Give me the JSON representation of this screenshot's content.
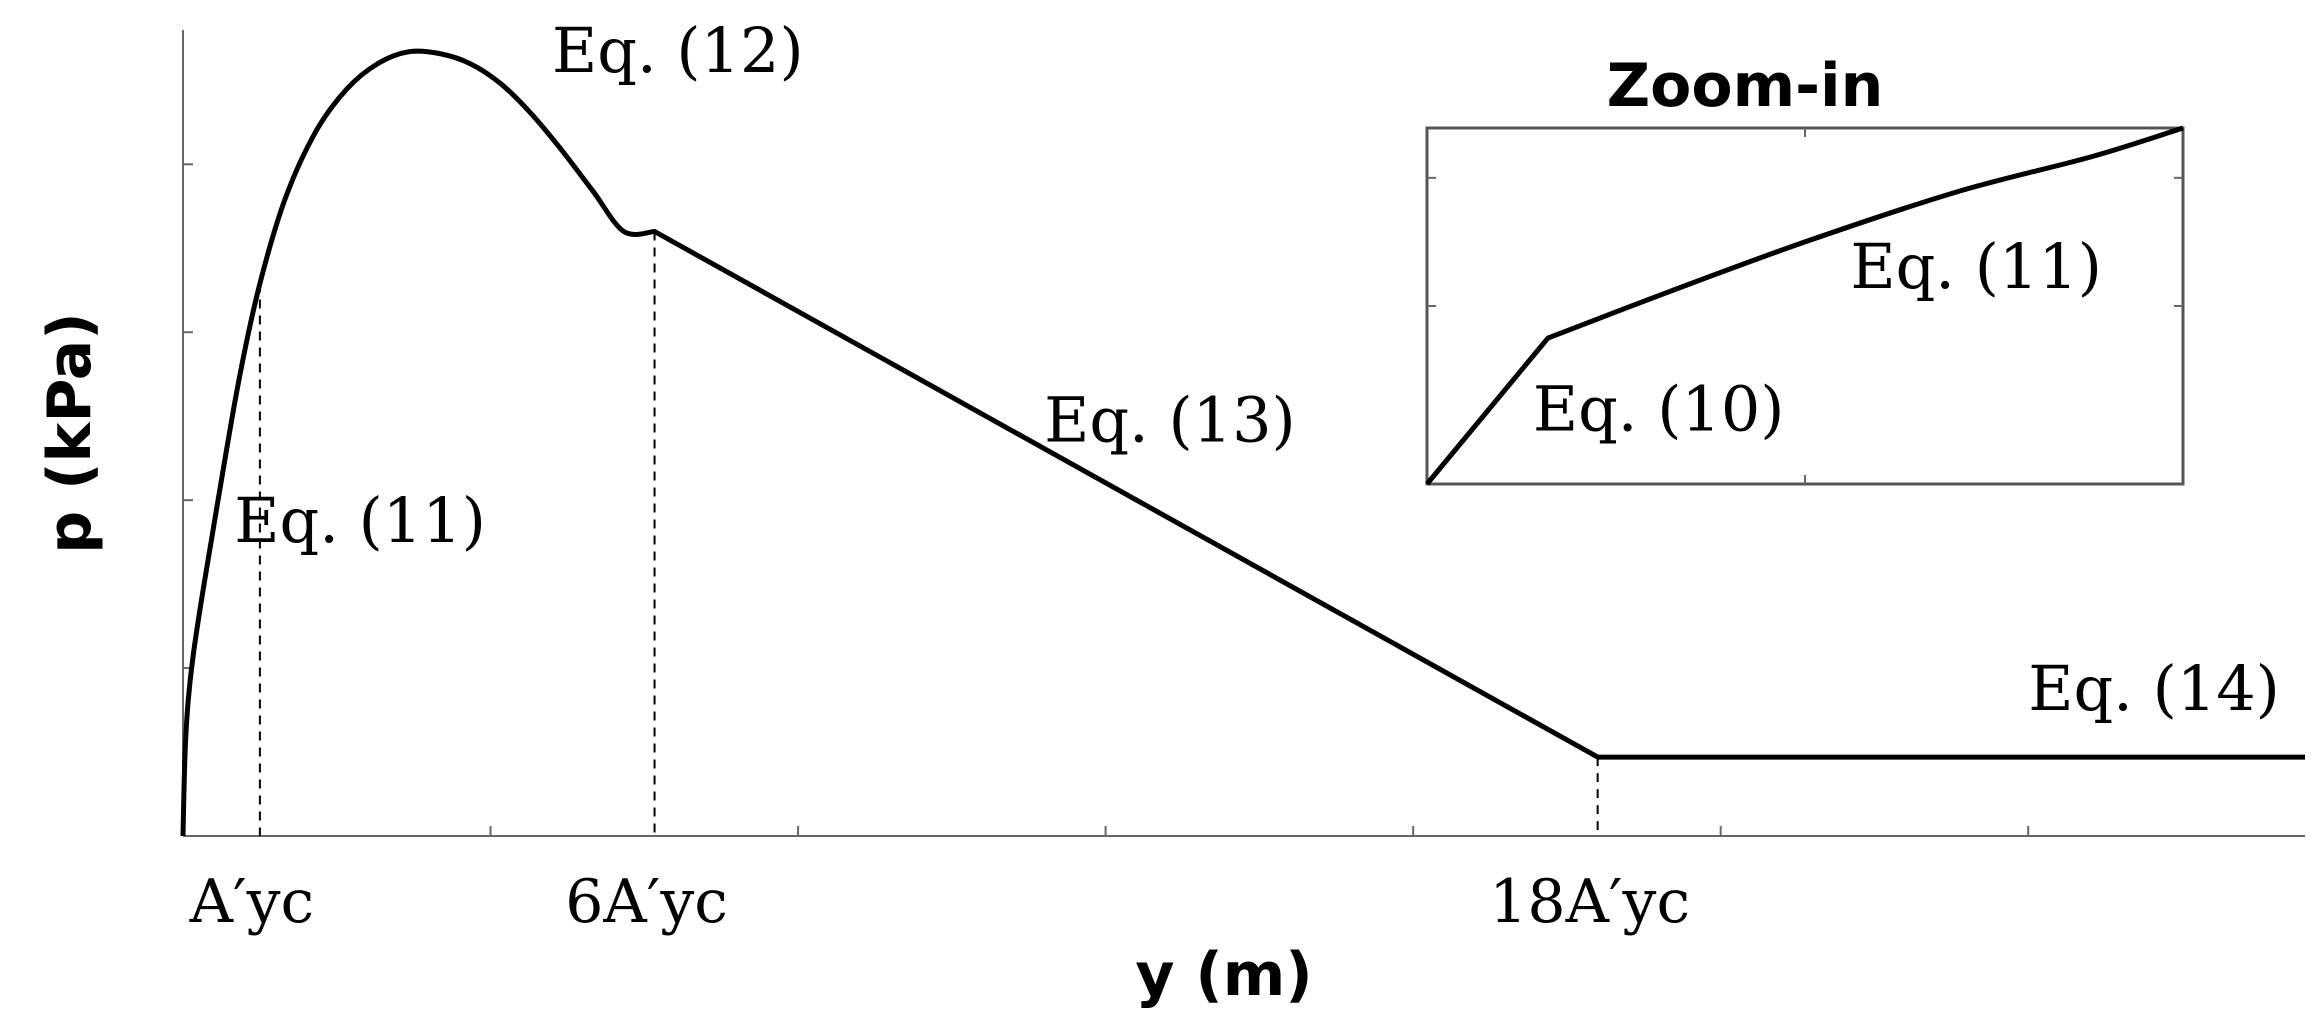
{
  "chart_data": [
    {
      "type": "line",
      "title": "",
      "xlabel": "y (m)",
      "ylabel": "p (kPa)",
      "xlim": [
        0,
        20.7
      ],
      "ylim": [
        0,
        4.8
      ],
      "grid": false,
      "x_tick_labels": [
        {
          "x": 0.75,
          "label": "A′yc"
        },
        {
          "x": 4.6,
          "label": "6A′yc"
        },
        {
          "x": 13.8,
          "label": "18A′yc"
        }
      ],
      "markers": [
        0.75,
        4.6,
        13.8
      ],
      "series": [
        {
          "x": [
            0,
            0.02,
            0.05,
            0.1,
            0.2,
            0.35,
            0.55,
            0.75,
            1.0,
            1.3,
            1.6,
            1.9,
            2.2,
            2.5,
            2.8,
            3.1,
            3.4,
            3.7,
            4.0,
            4.3,
            4.6,
            13.8,
            20.7
          ],
          "y": [
            0,
            0.5,
            0.8,
            1.08,
            1.48,
            2.03,
            2.73,
            3.29,
            3.8,
            4.2,
            4.45,
            4.6,
            4.67,
            4.66,
            4.6,
            4.48,
            4.3,
            4.08,
            3.84,
            3.6,
            3.6,
            0.47,
            0.47
          ]
        }
      ],
      "annotations": [
        {
          "text": "Eq. (11)",
          "x": 0.5,
          "y": 1.75
        },
        {
          "text": "Eq. (12)",
          "x": 3.6,
          "y": 4.55
        },
        {
          "text": "Eq. (13)",
          "x": 8.4,
          "y": 2.35
        },
        {
          "text": "Eq. (14)",
          "x": 18.0,
          "y": 0.75
        }
      ]
    },
    {
      "type": "line",
      "title": "Zoom-in",
      "xlabel": "",
      "ylabel": "",
      "xlim": [
        0,
        10
      ],
      "ylim": [
        0,
        10
      ],
      "grid": false,
      "series": [
        {
          "x": [
            0,
            1.6,
            3.2,
            5.0,
            7.0,
            8.8,
            10
          ],
          "y": [
            0,
            4.1,
            5.4,
            6.8,
            8.2,
            9.2,
            10
          ]
        }
      ],
      "annotations": [
        {
          "text": "Eq. (10)",
          "x": 1.4,
          "y": 1.5
        },
        {
          "text": "Eq. (11)",
          "x": 5.6,
          "y": 5.5
        }
      ]
    }
  ]
}
